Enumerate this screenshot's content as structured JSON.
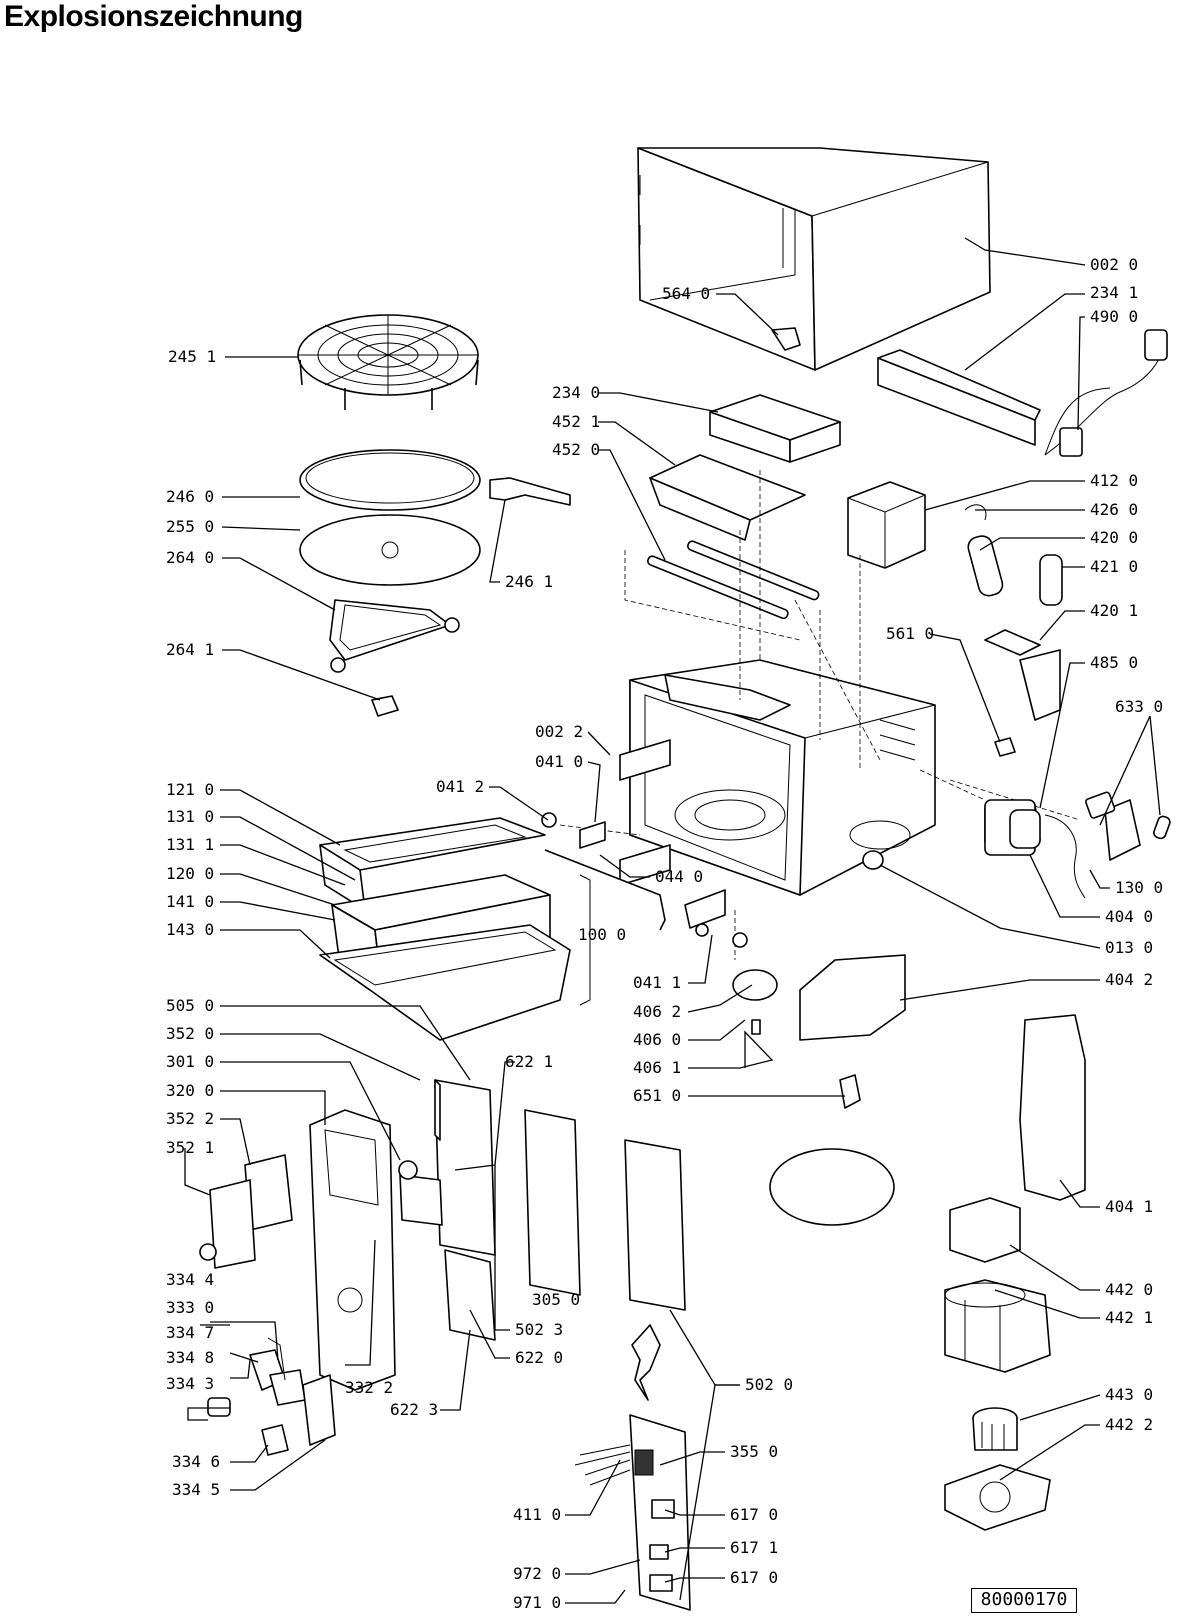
{
  "title": "Explosionszeichnung",
  "drawing_number": "80000170",
  "labels": [
    {
      "id": "p0020",
      "text": "002 0"
    },
    {
      "id": "p2341",
      "text": "234 1"
    },
    {
      "id": "p4900",
      "text": "490 0"
    },
    {
      "id": "p5640",
      "text": "564 0"
    },
    {
      "id": "p2451",
      "text": "245 1"
    },
    {
      "id": "p2340",
      "text": "234 0"
    },
    {
      "id": "p4521",
      "text": "452 1"
    },
    {
      "id": "p4520",
      "text": "452 0"
    },
    {
      "id": "p4120",
      "text": "412 0"
    },
    {
      "id": "p4260",
      "text": "426 0"
    },
    {
      "id": "p4200",
      "text": "420 0"
    },
    {
      "id": "p4210",
      "text": "421 0"
    },
    {
      "id": "p4201",
      "text": "420 1"
    },
    {
      "id": "p2460",
      "text": "246 0"
    },
    {
      "id": "p2550",
      "text": "255 0"
    },
    {
      "id": "p2640",
      "text": "264 0"
    },
    {
      "id": "p2461",
      "text": "246 1"
    },
    {
      "id": "p2641",
      "text": "264 1"
    },
    {
      "id": "p5610",
      "text": "561 0"
    },
    {
      "id": "p4850",
      "text": "485 0"
    },
    {
      "id": "p6330",
      "text": "633 0"
    },
    {
      "id": "p0022",
      "text": "002 2"
    },
    {
      "id": "p0410",
      "text": "041 0"
    },
    {
      "id": "p1210",
      "text": "121 0"
    },
    {
      "id": "p0412",
      "text": "041 2"
    },
    {
      "id": "p1310",
      "text": "131 0"
    },
    {
      "id": "p1311",
      "text": "131 1"
    },
    {
      "id": "p1200",
      "text": "120 0"
    },
    {
      "id": "p1410",
      "text": "141 0"
    },
    {
      "id": "p1430",
      "text": "143 0"
    },
    {
      "id": "p0440",
      "text": "044 0"
    },
    {
      "id": "p1000",
      "text": "100 0"
    },
    {
      "id": "p1300",
      "text": "130 0"
    },
    {
      "id": "p4040",
      "text": "404 0"
    },
    {
      "id": "p0130",
      "text": "013 0"
    },
    {
      "id": "p0411",
      "text": "041 1"
    },
    {
      "id": "p4062",
      "text": "406 2"
    },
    {
      "id": "p4042",
      "text": "404 2"
    },
    {
      "id": "p5050",
      "text": "505 0"
    },
    {
      "id": "p4060",
      "text": "406 0"
    },
    {
      "id": "p3520",
      "text": "352 0"
    },
    {
      "id": "p6221",
      "text": "622 1"
    },
    {
      "id": "p4061",
      "text": "406 1"
    },
    {
      "id": "p3010",
      "text": "301 0"
    },
    {
      "id": "p6510",
      "text": "651 0"
    },
    {
      "id": "p3200",
      "text": "320 0"
    },
    {
      "id": "p3522",
      "text": "352 2"
    },
    {
      "id": "p3521",
      "text": "352 1"
    },
    {
      "id": "p4041",
      "text": "404 1"
    },
    {
      "id": "p3344",
      "text": "334 4"
    },
    {
      "id": "p3050",
      "text": "305 0"
    },
    {
      "id": "p4420",
      "text": "442 0"
    },
    {
      "id": "p3330",
      "text": "333 0"
    },
    {
      "id": "p5023",
      "text": "502 3"
    },
    {
      "id": "p4421",
      "text": "442 1"
    },
    {
      "id": "p3347",
      "text": "334 7"
    },
    {
      "id": "p6220",
      "text": "622 0"
    },
    {
      "id": "p3348",
      "text": "334 8"
    },
    {
      "id": "p5020",
      "text": "502 0"
    },
    {
      "id": "p3343",
      "text": "334 3"
    },
    {
      "id": "p3322",
      "text": "332 2"
    },
    {
      "id": "p4430",
      "text": "443 0"
    },
    {
      "id": "p6223",
      "text": "622 3"
    },
    {
      "id": "p4422",
      "text": "442 2"
    },
    {
      "id": "p3346",
      "text": "334 6"
    },
    {
      "id": "p3550",
      "text": "355 0"
    },
    {
      "id": "p3345",
      "text": "334 5"
    },
    {
      "id": "p4110",
      "text": "411 0"
    },
    {
      "id": "p6170a",
      "text": "617 0"
    },
    {
      "id": "p6171",
      "text": "617 1"
    },
    {
      "id": "p9720",
      "text": "972 0"
    },
    {
      "id": "p6170b",
      "text": "617 0"
    },
    {
      "id": "p9710",
      "text": "971 0"
    }
  ]
}
